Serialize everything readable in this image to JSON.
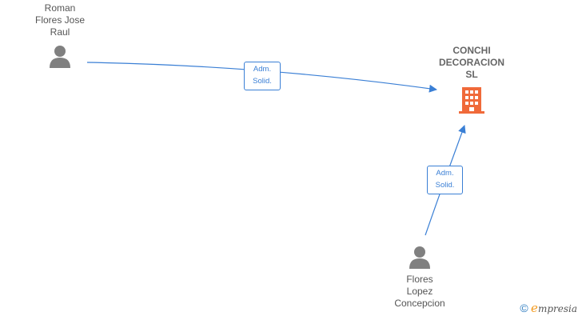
{
  "nodes": {
    "roman": {
      "label_lines": [
        "Roman",
        "Flores Jose",
        "Raul"
      ],
      "icon": "person-icon"
    },
    "flores_lopez": {
      "label_lines": [
        "Flores",
        "Lopez",
        "Concepcion"
      ],
      "icon": "person-icon"
    },
    "company": {
      "label_lines": [
        "CONCHI",
        "DECORACION",
        "SL"
      ],
      "icon": "building-icon"
    }
  },
  "edges": [
    {
      "from": "roman",
      "to": "company",
      "label_lines": [
        "Adm.",
        "Solid."
      ]
    },
    {
      "from": "flores_lopez",
      "to": "company",
      "label_lines": [
        "Adm.",
        "Solid."
      ]
    }
  ],
  "watermark": {
    "symbol": "©",
    "brand_initial": "e",
    "brand_rest": "mpresia"
  },
  "colors": {
    "edge": "#3a7fd5",
    "person": "#808080",
    "company": "#f06a3a"
  }
}
